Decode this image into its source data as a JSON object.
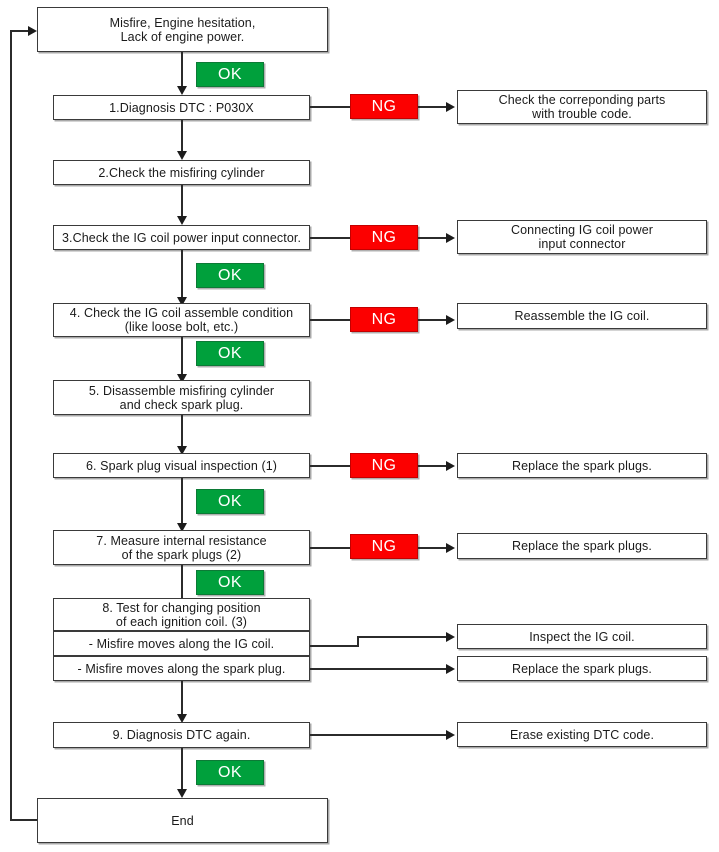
{
  "diagram": {
    "title": "Misfire / Engine hesitation diagnosis flowchart",
    "colors": {
      "ok_green": "#00a03c",
      "ng_red": "#fc0000",
      "box_border": "#3a3a3a",
      "line": "#2b2b2b",
      "background": "#ffffff"
    },
    "labels": {
      "ok": "OK",
      "ng": "NG"
    },
    "start": {
      "text": "Misfire, Engine hesitation,\nLack of engine power."
    },
    "steps": [
      {
        "id": "step-1",
        "text": "1.Diagnosis DTC : P030X"
      },
      {
        "id": "step-2",
        "text": "2.Check the misfiring cylinder"
      },
      {
        "id": "step-3",
        "text": "3.Check the IG coil power input connector."
      },
      {
        "id": "step-4",
        "text": "4. Check the IG coil assemble condition\n(like loose bolt, etc.)"
      },
      {
        "id": "step-5",
        "text": "5. Disassemble misfiring cylinder\nand check spark plug."
      },
      {
        "id": "step-6",
        "text": "6. Spark plug visual inspection (1)"
      },
      {
        "id": "step-7",
        "text": "7. Measure internal resistance\nof the spark plugs (2)"
      },
      {
        "id": "step-8",
        "text": "8. Test for changing position\nof each ignition coil. (3)"
      },
      {
        "id": "step-8a",
        "text": "- Misfire moves along the IG coil."
      },
      {
        "id": "step-8b",
        "text": "- Misfire moves along the spark plug."
      },
      {
        "id": "step-9",
        "text": "9. Diagnosis DTC again."
      }
    ],
    "end": {
      "text": "End"
    },
    "outcomes": [
      {
        "id": "outcome-1",
        "text": "Check the correponding parts\nwith trouble code."
      },
      {
        "id": "outcome-3",
        "text": "Connecting IG coil power\ninput connector"
      },
      {
        "id": "outcome-4",
        "text": "Reassemble the IG coil."
      },
      {
        "id": "outcome-6",
        "text": "Replace the spark plugs."
      },
      {
        "id": "outcome-7",
        "text": "Replace the spark plugs."
      },
      {
        "id": "outcome-8a",
        "text": "Inspect the IG coil."
      },
      {
        "id": "outcome-8b",
        "text": "Replace the spark plugs."
      },
      {
        "id": "outcome-9",
        "text": "Erase existing DTC code."
      }
    ],
    "ng_tags": [
      {
        "id": "ng-1",
        "label": "NG"
      },
      {
        "id": "ng-3",
        "label": "NG"
      },
      {
        "id": "ng-4",
        "label": "NG"
      },
      {
        "id": "ng-6",
        "label": "NG"
      },
      {
        "id": "ng-7",
        "label": "NG"
      }
    ],
    "ok_tags": [
      {
        "id": "ok-start",
        "label": "OK"
      },
      {
        "id": "ok-3",
        "label": "OK"
      },
      {
        "id": "ok-4",
        "label": "OK"
      },
      {
        "id": "ok-6",
        "label": "OK"
      },
      {
        "id": "ok-7",
        "label": "OK"
      },
      {
        "id": "ok-9",
        "label": "OK"
      }
    ]
  }
}
